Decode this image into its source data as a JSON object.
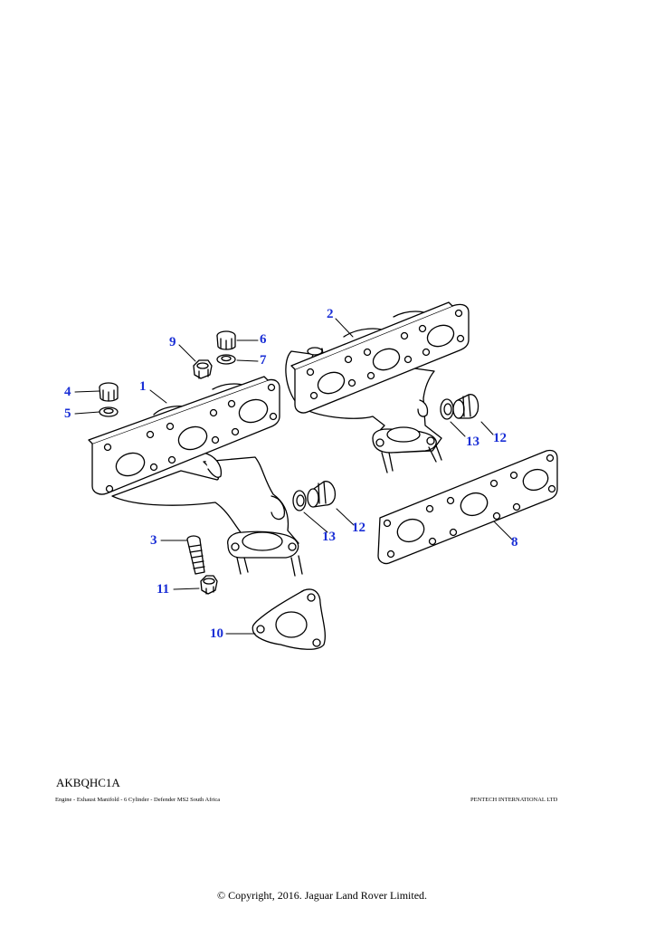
{
  "diagram": {
    "reference_code": "AKBQHC1A",
    "caption": "Engine - Exhaust Manifold - 6 Cylinder - Defender MS2 South Africa",
    "company": "PENTECH INTERNATIONAL LTD",
    "copyright": "© Copyright, 2016. Jaguar Land Rover Limited.",
    "callout_color": "#1a2fd6",
    "callouts": [
      {
        "id": "1",
        "label": "1"
      },
      {
        "id": "2",
        "label": "2"
      },
      {
        "id": "3",
        "label": "3"
      },
      {
        "id": "4",
        "label": "4"
      },
      {
        "id": "5",
        "label": "5"
      },
      {
        "id": "6",
        "label": "6"
      },
      {
        "id": "7",
        "label": "7"
      },
      {
        "id": "8",
        "label": "8"
      },
      {
        "id": "9",
        "label": "9"
      },
      {
        "id": "10",
        "label": "10"
      },
      {
        "id": "11",
        "label": "11"
      },
      {
        "id": "12a",
        "label": "12"
      },
      {
        "id": "12b",
        "label": "12"
      },
      {
        "id": "13a",
        "label": "13"
      },
      {
        "id": "13b",
        "label": "13"
      }
    ]
  }
}
